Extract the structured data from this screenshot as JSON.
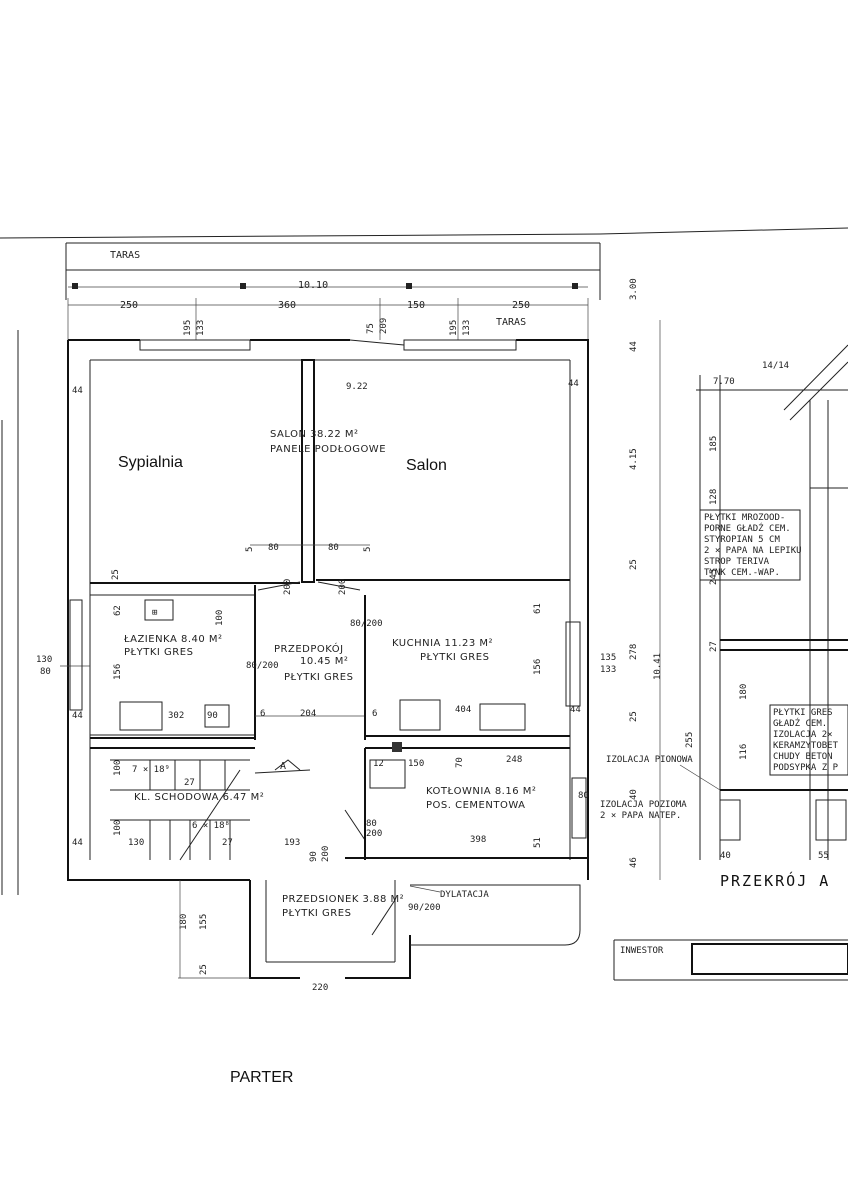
{
  "labels": {
    "taras_top": "TARAS",
    "taras_inner": "TARAS",
    "total_width": "10.10",
    "top_dims": [
      "250",
      "360",
      "150",
      "250"
    ],
    "top_small": [
      "195",
      "133",
      "75",
      "209",
      "195",
      "133"
    ],
    "side_44": "44",
    "side_922": "9.22",
    "side_44b": "44",
    "salon_title": "SALON 38.22 M²",
    "salon_finish": "PANELE PODŁOGOWE",
    "sypialnia": "Sypialnia",
    "salon": "Salon",
    "door_80a": "80",
    "door_80b": "80",
    "door_5a": "5",
    "door_5b": "5",
    "dim_25": "25",
    "dim_200a": "200",
    "dim_200b": "200",
    "dim_80_200": "80/200",
    "lazienka_title": "ŁAZIENKA 8.40 M²",
    "lazienka_finish": "PŁYTKI GRES",
    "lazienka_156": "156",
    "lazienka_302": "302",
    "lazienka_90": "90",
    "lazienka_62": "62",
    "lazienka_100": "100",
    "dim_6a": "6",
    "dim_204": "204",
    "dim_6b": "6",
    "przedpokoj_title": "PRZEDPOKÓJ",
    "przedpokoj_area": "10.45 M²",
    "przedpokoj_finish": "PŁYTKI GRES",
    "przedpokoj_door": "80/200",
    "kuchnia_title": "KUCHNIA 11.23 M²",
    "kuchnia_finish": "PŁYTKI GRES",
    "kuchnia_156": "156",
    "kuchnia_404": "404",
    "kuchnia_61": "61",
    "right_135": "135",
    "right_133": "133",
    "left_130": "130",
    "left_80": "80",
    "dim_44a": "44",
    "dim_44b": "44",
    "stairs_1": "7 × 18⁹",
    "stairs_2": "27",
    "stairs_title": "KL. SCHODOWA 6.47 M²",
    "stairs_3": "6 × 18⁸",
    "stairs_100a": "100",
    "stairs_100b": "100",
    "stairs_130": "130",
    "stairs_27": "27",
    "dim_193": "193",
    "dim_90": "90",
    "dim_200c": "200",
    "dim_80c": "80",
    "dim_200d": "200",
    "kotlownia_title": "KOTŁOWNIA 8.16 M²",
    "kotlownia_finish": "POS. CEMENTOWA",
    "kotlownia_248": "248",
    "kotlownia_398": "398",
    "kotlownia_12": "12",
    "kotlownia_150": "150",
    "kotlownia_80": "80",
    "kotlownia_70": "70",
    "kotlownia_51": "51",
    "section_marker": "A",
    "przedsionek_title": "PRZEDSIONEK 3.88 M²",
    "przedsionek_finish": "PŁYTKI GRES",
    "przedsionek_door": "90/200",
    "dylatacja": "DYLATACJA",
    "przed_180": "180",
    "przed_155": "155",
    "przed_25": "25",
    "przed_bottom": "220",
    "parter": "PARTER",
    "section_title": "PRZEKRÓJ A",
    "inwestor": "INWESTOR",
    "izolacja_pionowa": "IZOLACJA PIONOWA",
    "izolacja_pozioma": "IZOLACJA POZIOMA",
    "papa_nate": "2 × PAPA NATEP.",
    "vert_300": "3.00",
    "vert_44": "44",
    "vert_415": "4.15",
    "vert_25": "25",
    "vert_1041": "10.41",
    "vert_278": "278",
    "vert_255": "255",
    "vert_25b": "25",
    "vert_40": "40",
    "vert_46": "46",
    "sec_185": "185",
    "sec_128": "128",
    "sec_245": "245",
    "sec_27": "27",
    "sec_180": "180",
    "sec_116": "116",
    "sec_770": "7.70",
    "sec_1414": "14/14",
    "sec_40": "40",
    "sec_55": "55",
    "roof_spec": [
      "PŁYTKI MROZOOD-",
      "PORNE GŁADŹ CEM.",
      "STYROPIAN 5 CM",
      "2 × PAPA NA LEPIKU",
      "STROP TERIVA",
      "TYNK CEM.-WAP."
    ],
    "floor_spec": [
      "PŁYTKI GRES",
      "GŁADŹ CEM.",
      "IZOLACJA 2×",
      "KERAMZYTOBET",
      "CHUDY BETON",
      "PODSYPKA Z P"
    ]
  }
}
